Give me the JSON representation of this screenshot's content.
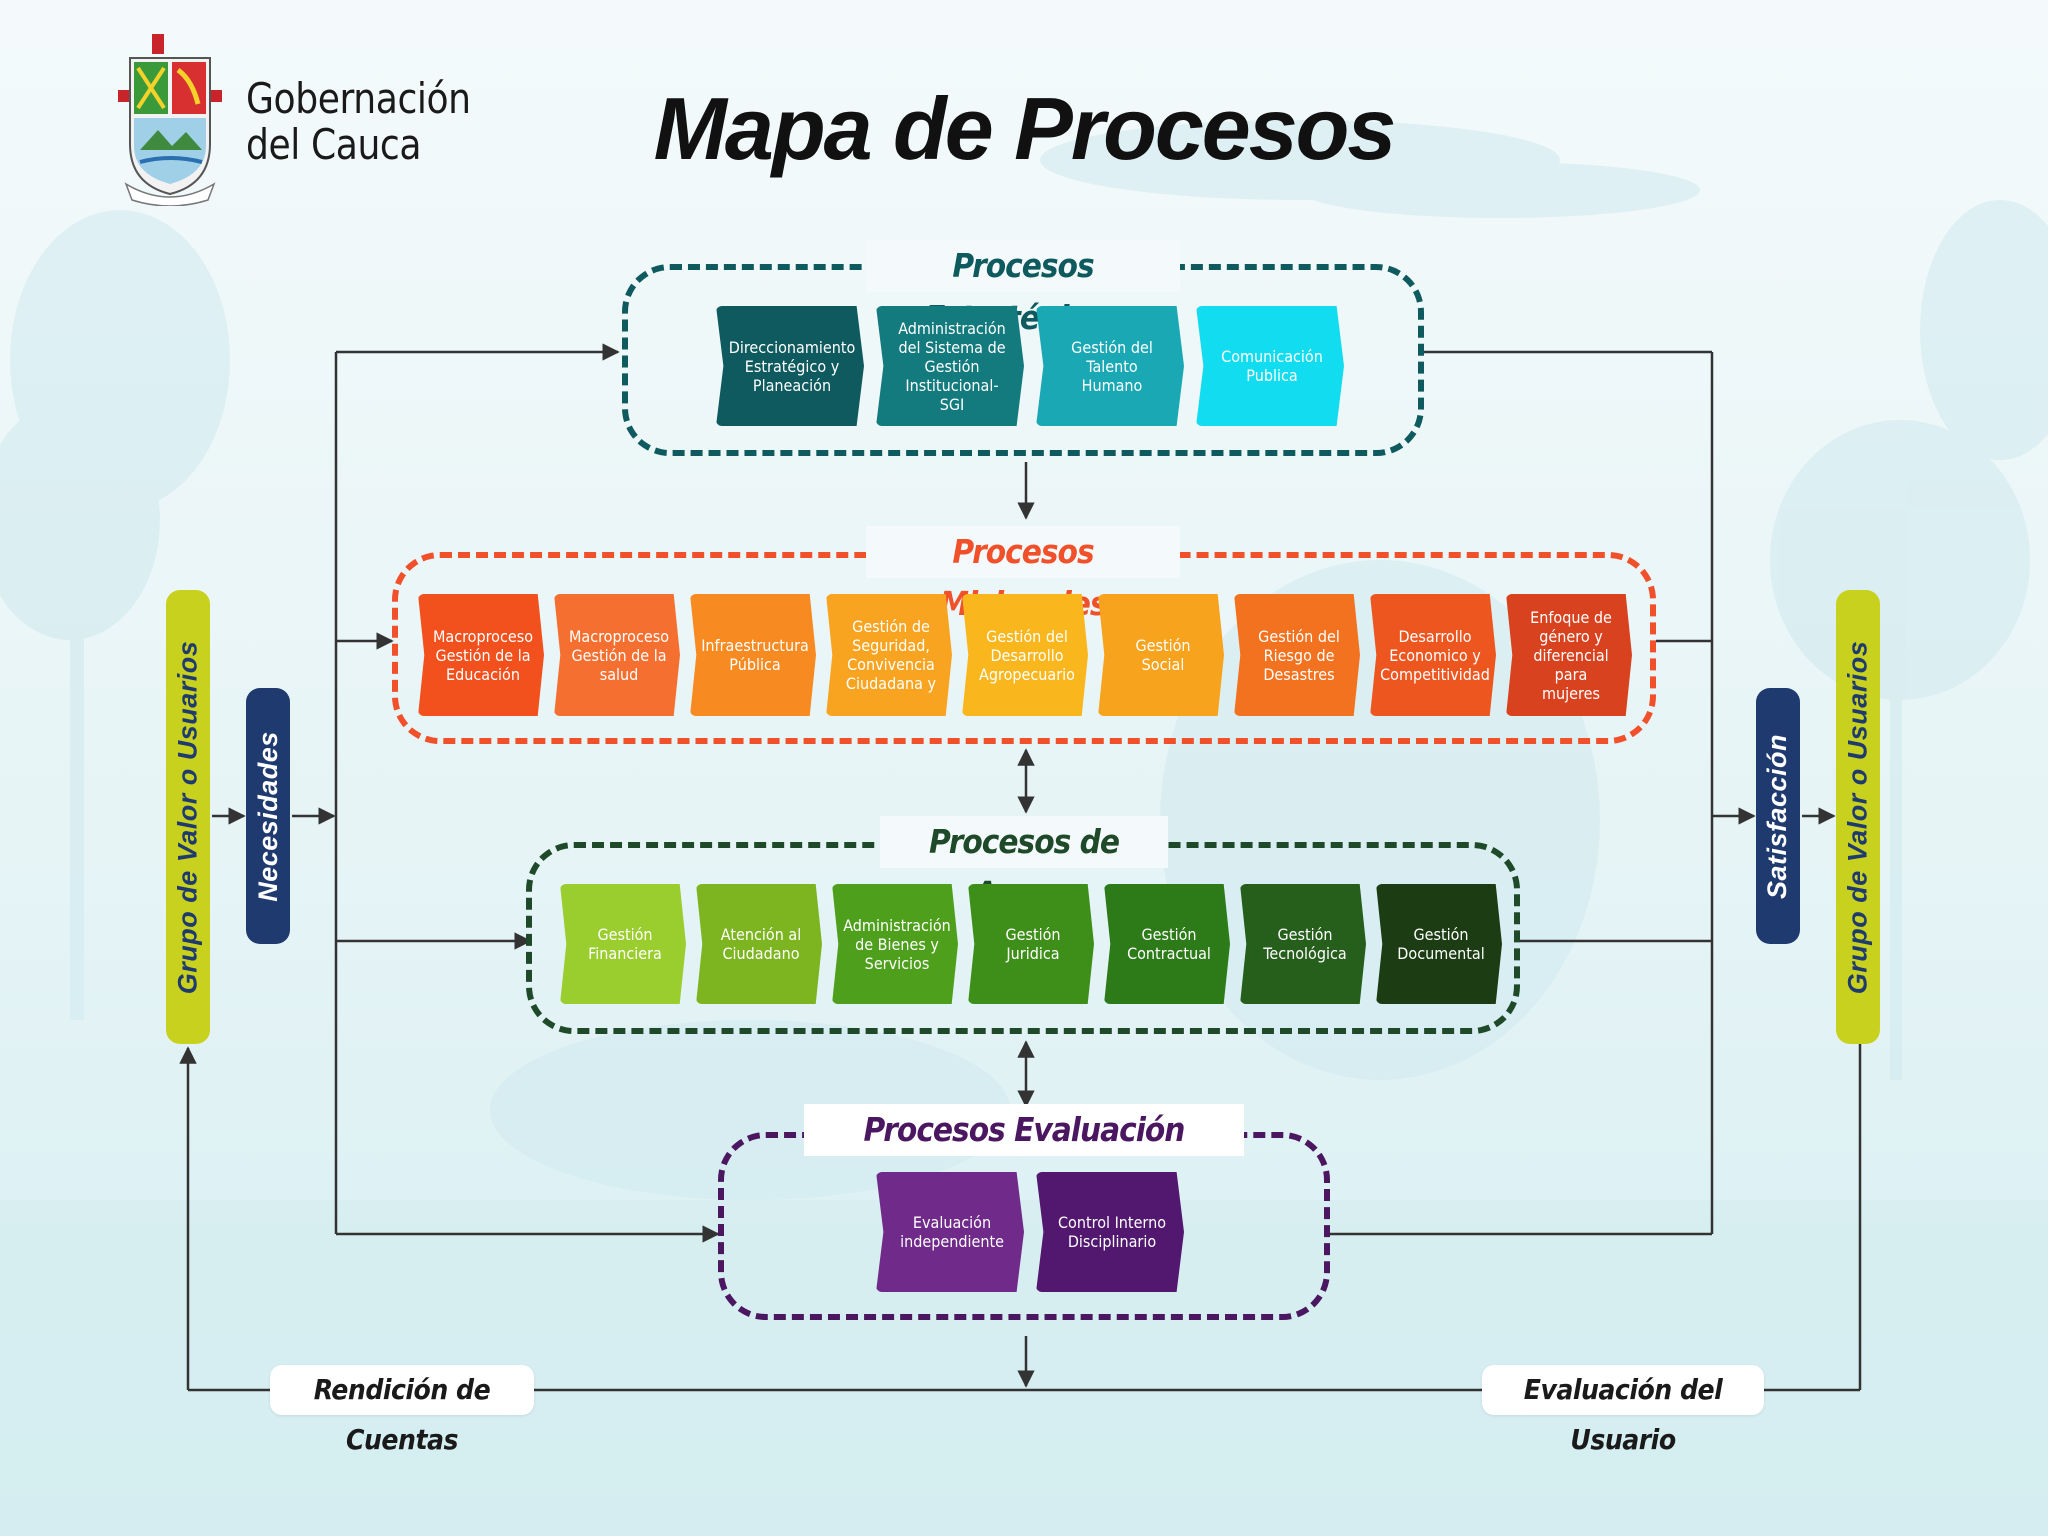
{
  "header": {
    "org_line1": "Gobernación",
    "org_line2": "del Cauca",
    "title": "Mapa de Procesos"
  },
  "groups": {
    "estrategicos": {
      "title": "Procesos Estratégicos",
      "color": "#0e5a5e",
      "items": [
        {
          "label": "Direccionamiento\nEstratégico y\nPlaneación",
          "color": "#0e5a5e"
        },
        {
          "label": "Administración\ndel Sistema de\nGestión\nInstitucional-SGI",
          "color": "#137a7e"
        },
        {
          "label": "Gestión del\nTalento Humano",
          "color": "#1ba8b5"
        },
        {
          "label": "Comunicación\nPublica",
          "color": "#12dcef"
        }
      ]
    },
    "misionales": {
      "title": "Procesos Misionales",
      "color": "#f0502a",
      "items": [
        {
          "label": "Macroproceso\nGestión de la\nEducación",
          "color": "#f2501c"
        },
        {
          "label": "Macroproceso\nGestión de la\nsalud",
          "color": "#f57030"
        },
        {
          "label": "Infraestructura\nPública",
          "color": "#f88a22"
        },
        {
          "label": "Gestión de\nSeguridad,\nConvivencia\nCiudadana y",
          "color": "#f9a421"
        },
        {
          "label": "Gestión del\nDesarrollo\nAgropecuario",
          "color": "#f9b61d"
        },
        {
          "label": "Gestión\nSocial",
          "color": "#f8a31d"
        },
        {
          "label": "Gestión del\nRiesgo de\nDesastres",
          "color": "#f3721f"
        },
        {
          "label": "Desarrollo\nEconomico y\nCompetitividad",
          "color": "#ee5620"
        },
        {
          "label": "Enfoque de\ngénero y\ndiferencial para\nmujeres",
          "color": "#d9421e"
        }
      ]
    },
    "apoyo": {
      "title": "Procesos de Apoyo",
      "color": "#1f4a2a",
      "items": [
        {
          "label": "Gestión\nFinanciera",
          "color": "#9acd2e"
        },
        {
          "label": "Atención al\nCiudadano",
          "color": "#7cb520"
        },
        {
          "label": "Administración\nde Bienes y\nServicios",
          "color": "#4ea01c"
        },
        {
          "label": "Gestión\nJuridica",
          "color": "#3e8f1a"
        },
        {
          "label": "Gestión\nContractual",
          "color": "#2d7a18"
        },
        {
          "label": "Gestión\nTecnológica",
          "color": "#265e1c"
        },
        {
          "label": "Gestión\nDocumental",
          "color": "#1c3d14"
        }
      ]
    },
    "evaluacion": {
      "title": "Procesos Evaluación",
      "color": "#4a1760",
      "items": [
        {
          "label": "Evaluación\nindependiente",
          "color": "#6f2a8a"
        },
        {
          "label": "Control Interno\nDisciplinario",
          "color": "#521870"
        }
      ]
    }
  },
  "sides": {
    "left_group": "Grupo de Valor o Usuarios",
    "necesidades": "Necesidades",
    "satisfaccion": "Satisfacción",
    "right_group": "Grupo de Valor o Usuarios",
    "group_bar_color": "#c8d21e",
    "group_text_color": "#1f3a6e",
    "blue_bar_color": "#1f3a6e"
  },
  "bottom": {
    "rendicion": "Rendición de Cuentas",
    "evaluacion_usuario": "Evaluación del Usuario"
  }
}
